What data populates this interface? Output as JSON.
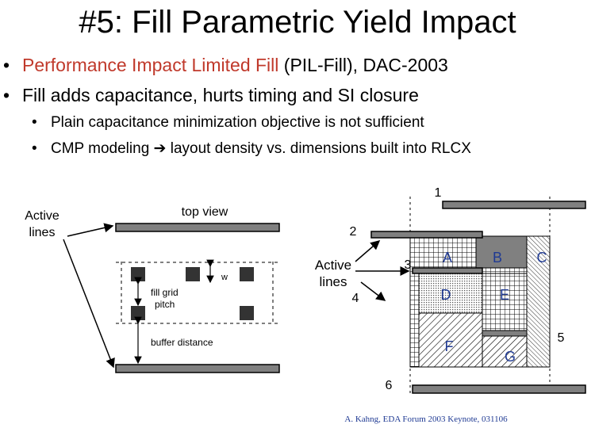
{
  "title": "#5: Fill Parametric Yield Impact",
  "bullets": {
    "b1_red": "Performance Impact Limited Fill",
    "b1_black": " (PIL-Fill), DAC-2003",
    "b2": "Fill adds capacitance, hurts timing and SI closure",
    "b3": "Plain capacitance minimization objective is not sufficient",
    "b4_pre": "CMP modeling ",
    "b4_post": " layout density vs. dimensions built into RLCX",
    "bullet_char": "•"
  },
  "diagram": {
    "active_lines_left": [
      "Active",
      "lines"
    ],
    "top_view": "top view",
    "w_label": "w",
    "fill_grid_pitch": [
      "fill grid",
      "pitch"
    ],
    "buffer_distance": "buffer distance",
    "active_lines_right": [
      "Active",
      "lines"
    ],
    "line_numbers": [
      "1",
      "2",
      "3",
      "4",
      "5",
      "6"
    ],
    "region_labels": [
      "A",
      "B",
      "C",
      "D",
      "E",
      "F",
      "G"
    ]
  },
  "footer": "A. Kahng, EDA Forum 2003 Keynote, 031106",
  "colors": {
    "title_accent": "#c0392b",
    "region_label": "#1f3a93"
  }
}
